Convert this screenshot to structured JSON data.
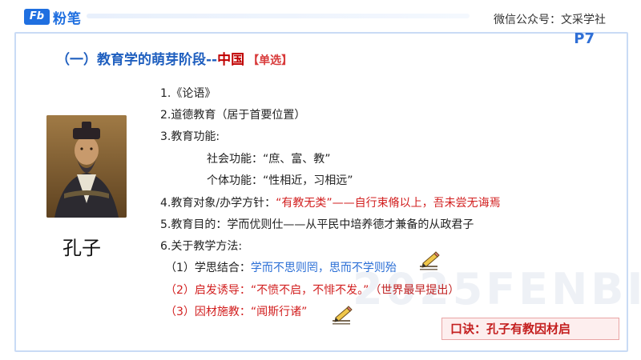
{
  "brand": {
    "mark": "Fb",
    "name": "粉笔"
  },
  "account": "微信公众号：文采学社",
  "page": "P7",
  "title": {
    "prefix": "（一）教育学的萌芽阶段--",
    "highlight": "中国",
    "tag": "【单选】"
  },
  "figure": {
    "caption": "孔子",
    "icon": "confucius-portrait"
  },
  "items": {
    "i1": "1.《论语》",
    "i2": "2.道德教育（居于首要位置）",
    "i3": "3.教育功能:",
    "i3a": "社会功能：“庶、富、教”",
    "i3b": "个体功能：“性相近，习相远”",
    "i4_label": "4.教育对象/办学方针：",
    "i4_value": "“有教无类”——自行束脩以上，吾未尝无诲焉",
    "i5": "5.教育目的：学而优则仕——从平民中培养德才兼备的从政君子",
    "i6": "6.关于教学方法:",
    "m1_label": "（1）学思结合：",
    "m1_value": "学而不思则罔，思而不学则殆",
    "m2_label": "（2）启发诱导：",
    "m2_value": "“不愤不启，不悱不发。”",
    "m2_note": "（世界最早提出）",
    "m3_label": "（3）因材施教：",
    "m3_value": "“闻斯行诸”"
  },
  "mnemonic": "口诀：孔子有教因材启",
  "watermark": "2025FENBI",
  "colors": {
    "accent_blue": "#1f5fbf",
    "accent_red": "#d21f1f",
    "frame": "#c9dbf5"
  }
}
